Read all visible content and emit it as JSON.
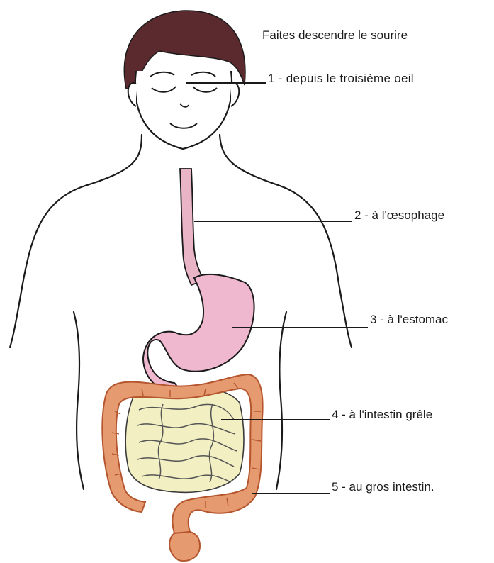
{
  "title": "Faites descendre le sourire",
  "labels": [
    {
      "id": "l1",
      "text": "1 - depuis le troisième oeil",
      "organ": "third-eye"
    },
    {
      "id": "l2",
      "text": "2 - à l'œsophage",
      "organ": "esophagus"
    },
    {
      "id": "l3",
      "text": "3 - à l'estomac",
      "organ": "stomach"
    },
    {
      "id": "l4",
      "text": "4 - à l'intestin grêle",
      "organ": "small-intestine"
    },
    {
      "id": "l5",
      "text": "5 - au gros intestin.",
      "organ": "large-intestine"
    }
  ],
  "colors": {
    "outline": "#1a1a1a",
    "hair": "#5a2a2e",
    "esophagus": "#e8b4c6",
    "stomach": "#efb8cf",
    "small_intestine": "#f2efc2",
    "large_intestine": "#e69a6f",
    "large_intestine_dark": "#b4552e"
  }
}
